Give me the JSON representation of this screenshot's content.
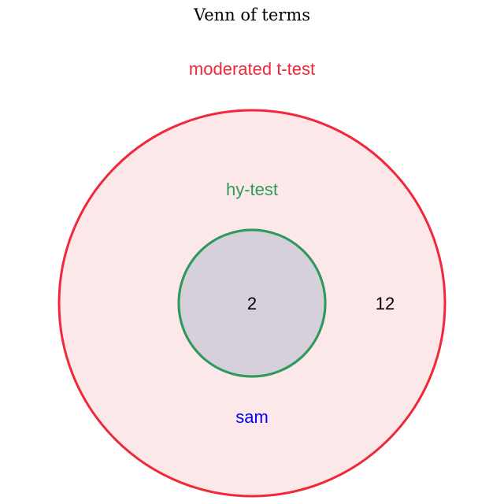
{
  "title": "Venn of terms",
  "sets": [
    {
      "name": "moderated t-test",
      "color": "#f0283a",
      "fill": "#fde8e9"
    },
    {
      "name": "hy-test",
      "color": "#2e9c58",
      "fill": "#d6d0db"
    },
    {
      "name": "sam",
      "color": "#0000ff"
    }
  ],
  "regions": [
    {
      "sets": [
        "moderated t-test",
        "hy-test",
        "sam"
      ],
      "count": "2"
    },
    {
      "sets": [
        "moderated t-test",
        "sam"
      ],
      "count": "12"
    }
  ]
}
